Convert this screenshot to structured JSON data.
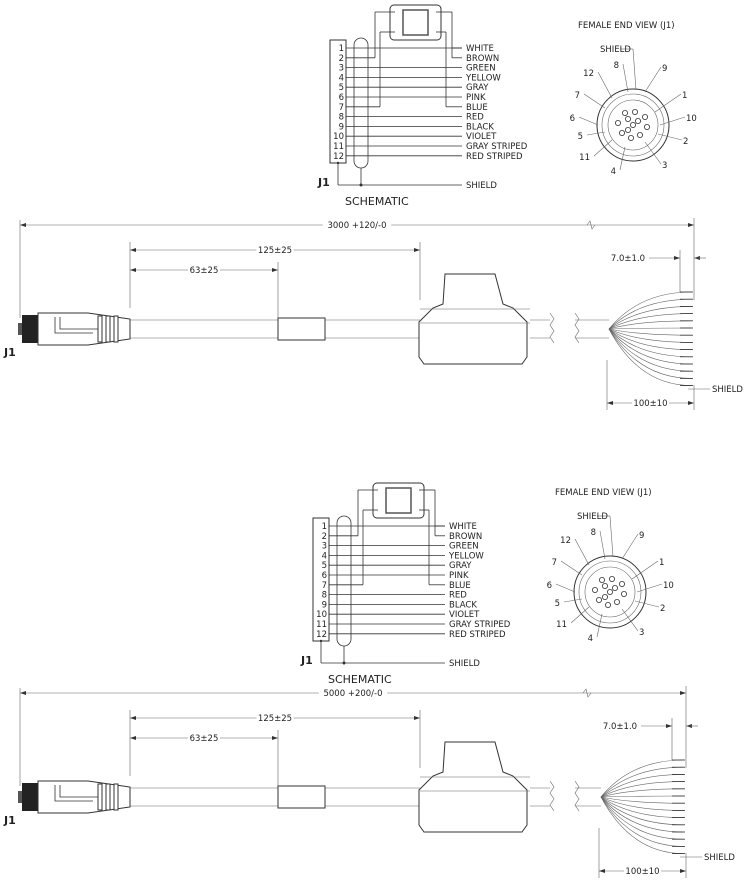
{
  "drawings": [
    {
      "schematic": {
        "title": "SCHEMATIC",
        "connector_label": "J1",
        "pins": [
          "1",
          "2",
          "3",
          "4",
          "5",
          "6",
          "7",
          "8",
          "9",
          "10",
          "11",
          "12"
        ],
        "wires": [
          "WHITE",
          "BROWN",
          "GREEN",
          "YELLOW",
          "GRAY",
          "PINK",
          "BLUE",
          "RED",
          "BLACK",
          "VIOLET",
          "GRAY STRIPED",
          "RED STRIPED"
        ],
        "shield": "SHIELD"
      },
      "end_view": {
        "title": "FEMALE END VIEW (J1)",
        "shield": "SHIELD",
        "pin_labels": [
          "8",
          "9",
          "12",
          "7",
          "1",
          "6",
          "10",
          "5",
          "2",
          "11",
          "4",
          "3"
        ]
      },
      "cable": {
        "connector_label": "J1",
        "total_length": "3000 +120/-0",
        "dim_block": "125±25",
        "dim_sleeve": "63±25",
        "dim_strip": "7.0±1.0",
        "dim_leads": "100±10",
        "shield": "SHIELD"
      }
    },
    {
      "schematic": {
        "title": "SCHEMATIC",
        "connector_label": "J1",
        "pins": [
          "1",
          "2",
          "3",
          "4",
          "5",
          "6",
          "7",
          "8",
          "9",
          "10",
          "11",
          "12"
        ],
        "wires": [
          "WHITE",
          "BROWN",
          "GREEN",
          "YELLOW",
          "GRAY",
          "PINK",
          "BLUE",
          "RED",
          "BLACK",
          "VIOLET",
          "GRAY STRIPED",
          "RED STRIPED"
        ],
        "shield": "SHIELD"
      },
      "end_view": {
        "title": "FEMALE END VIEW (J1)",
        "shield": "SHIELD",
        "pin_labels": [
          "8",
          "9",
          "12",
          "7",
          "1",
          "6",
          "10",
          "5",
          "2",
          "11",
          "4",
          "3"
        ]
      },
      "cable": {
        "connector_label": "J1",
        "total_length": "5000 +200/-0",
        "dim_block": "125±25",
        "dim_sleeve": "63±25",
        "dim_strip": "7.0±1.0",
        "dim_leads": "100±10",
        "shield": "SHIELD"
      }
    }
  ]
}
